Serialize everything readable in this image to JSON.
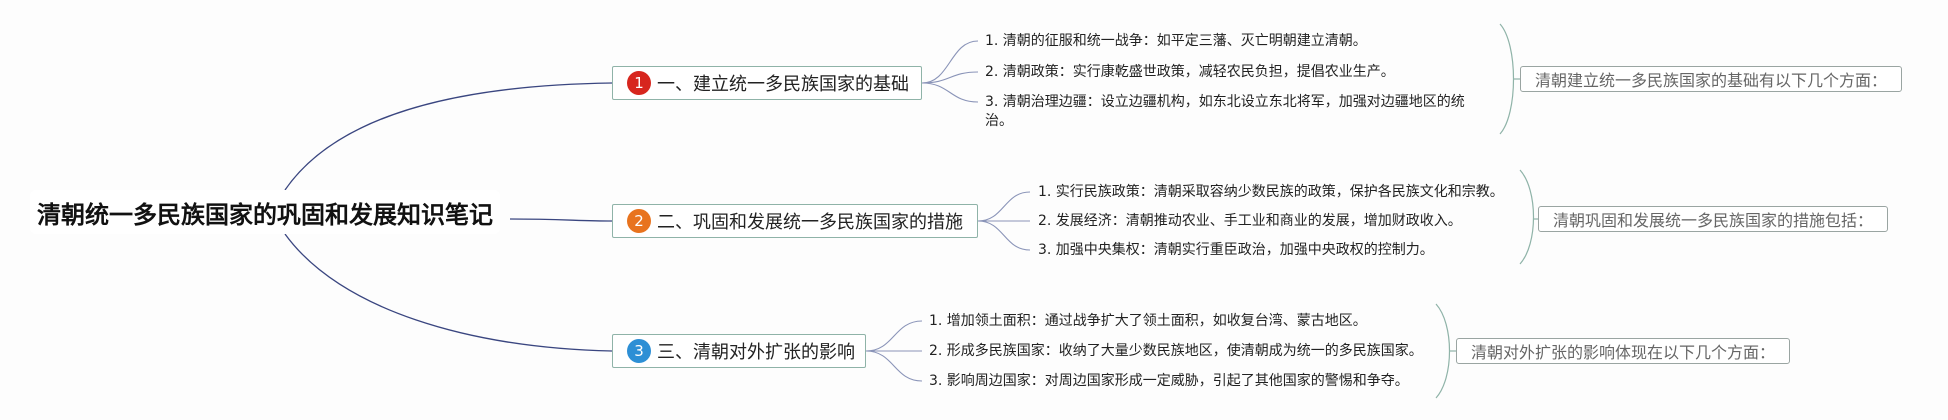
{
  "root": {
    "title": "清朝统一多民族国家的巩固和发展知识笔记"
  },
  "branches": [
    {
      "number": "1",
      "title": "一、建立统一多民族国家的基础",
      "badge_color": "#d7261e",
      "items": [
        "1. 清朝的征服和统一战争：如平定三藩、灭亡明朝建立清朝。",
        "2. 清朝政策：实行康乾盛世政策，减轻农民负担，提倡农业生产。",
        "3. 清朝治理边疆：设立边疆机构，如东北设立东北将军，加强对边疆地区的统治。"
      ],
      "summary": "清朝建立统一多民族国家的基础有以下几个方面："
    },
    {
      "number": "2",
      "title": "二、巩固和发展统一多民族国家的措施",
      "badge_color": "#e8731e",
      "items": [
        "1. 实行民族政策：清朝采取容纳少数民族的政策，保护各民族文化和宗教。",
        "2. 发展经济：清朝推动农业、手工业和商业的发展，增加财政收入。",
        "3. 加强中央集权：清朝实行重臣政治，加强中央政权的控制力。"
      ],
      "summary": "清朝巩固和发展统一多民族国家的措施包括："
    },
    {
      "number": "3",
      "title": "三、清朝对外扩张的影响",
      "badge_color": "#2d8fd5",
      "items": [
        "1. 增加领土面积：通过战争扩大了领土面积，如收复台湾、蒙古地区。",
        "2. 形成多民族国家：收纳了大量少数民族地区，使清朝成为统一的多民族国家。",
        "3. 影响周边国家：对周边国家形成一定威胁，引起了其他国家的警惕和争夺。"
      ],
      "summary": "清朝对外扩张的影响体现在以下几个方面："
    }
  ],
  "colors": {
    "main_link": "#3a4680",
    "sub_link": "#8a94b8",
    "bracket": "#8fb3a8"
  }
}
